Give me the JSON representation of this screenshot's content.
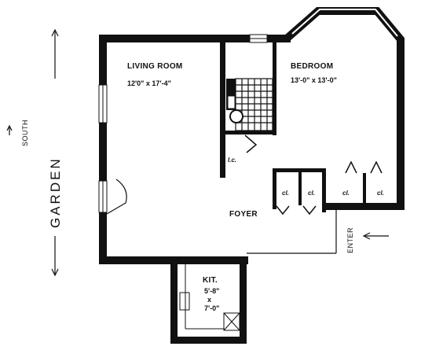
{
  "plan": {
    "rooms": {
      "living_room": {
        "name": "LIVING ROOM",
        "dimensions": "12'0\" x 17'-4\""
      },
      "bedroom": {
        "name": "BEDROOM",
        "dimensions": "13'-0\" x 13'-0\""
      },
      "kitchen": {
        "name": "KIT.",
        "dim_line1": "5'-8\"",
        "dim_line2": "x",
        "dim_line3": "7'-0\""
      },
      "foyer": {
        "name": "FOYER"
      }
    },
    "closets": {
      "linen": "l.c.",
      "cl_1": "cl.",
      "cl_2": "cl.",
      "cl_3": "cl.",
      "cl_4": "cl."
    },
    "labels": {
      "garden": "GARDEN",
      "south": "SOUTH",
      "enter": "ENTER"
    },
    "colors": {
      "wall": "#111111",
      "paper": "#ffffff"
    }
  }
}
